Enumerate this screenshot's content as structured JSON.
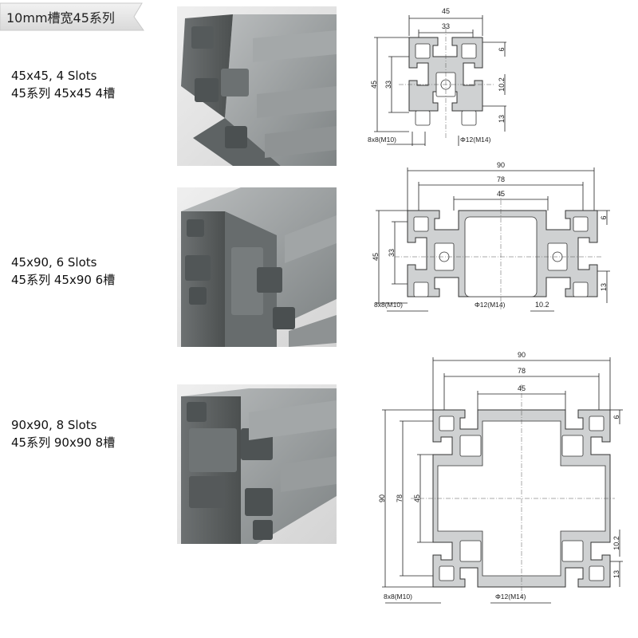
{
  "header": {
    "title": "10mm槽宽45系列"
  },
  "profiles": [
    {
      "label_en": "45x45, 4 Slots",
      "label_cn": "45系列 45x45 4槽",
      "dims": {
        "width": "45",
        "inner": "33",
        "height": "45",
        "height_inner": "33",
        "slot": "6",
        "center": "10.2",
        "edge": "13",
        "slot_note": "8x8(M10)",
        "hole_note": "Φ12(M14)"
      }
    },
    {
      "label_en": "45x90, 6 Slots",
      "label_cn": "45系列 45x90 6槽",
      "dims": {
        "width": "90",
        "w78": "78",
        "w45": "45",
        "height": "45",
        "height_inner": "33",
        "slot": "6",
        "edge": "13",
        "center": "10.2",
        "slot_note": "8x8(M10)",
        "hole_note": "Φ12(M14)"
      }
    },
    {
      "label_en": "90x90, 8 Slots",
      "label_cn": "45系列 90x90 8槽",
      "dims": {
        "width": "90",
        "w78": "78",
        "w45": "45",
        "height": "90",
        "h78": "78",
        "h45": "45",
        "slot": "6",
        "center": "10.2",
        "edge": "13",
        "slot_note": "8x8(M10)",
        "hole_note": "Φ12(M14)"
      }
    }
  ]
}
